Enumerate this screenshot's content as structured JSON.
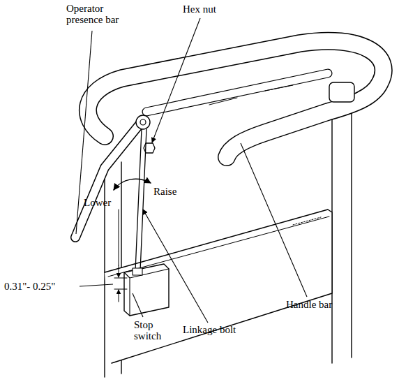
{
  "diagram": {
    "labels": [
      "Operator presence bar",
      "Hex nut",
      "Raise",
      "Lower",
      "0.31\"- 0.25\"",
      "Stop switch",
      "Linkage bolt",
      "Handle bar"
    ]
  }
}
